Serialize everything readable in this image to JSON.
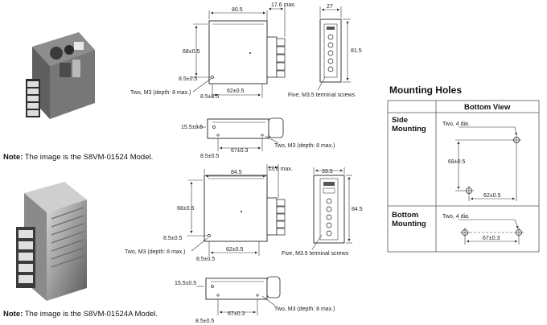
{
  "notes": {
    "top_prefix": "Note:",
    "top_text": " The image is the S8VM-01524 Model.",
    "bottom_prefix": "Note:",
    "bottom_text": " The image is the S8VM-01524A Model."
  },
  "model_a": {
    "front": {
      "width": "80.5",
      "depth_max": "17.6 max.",
      "height": "68±0.5",
      "offset": "8.5±0.5",
      "offset_bottom": "8.5±0.5",
      "hole_pitch": "62±0.5",
      "holes": "Two, M3 (depth: 8 max.)"
    },
    "side": {
      "thickness": "27",
      "height": "81.5",
      "terminals": "Five, M3.5 terminal screws"
    },
    "bottom": {
      "offset": "15.5±0.5",
      "hole_pitch": "67±0.3",
      "offset_bottom": "8.5±0.5",
      "holes": "Two, M3 (depth: 8 max.)"
    }
  },
  "model_b": {
    "front": {
      "width": "84.5",
      "depth_max": "13.6 max.",
      "height": "68±0.5",
      "offset": "8.5±0.5",
      "offset_bottom": "8.5±0.5",
      "hole_pitch": "62±0.5",
      "holes": "Two, M3 (depth: 8 max.)"
    },
    "side": {
      "thickness": "33.5",
      "height": "84.5",
      "terminals": "Five, M3.5 terminal screws"
    },
    "bottom": {
      "offset": "15.5±0.5",
      "hole_pitch": "67±0.3",
      "offset_bottom": "8.5±0.5",
      "holes": "Two, M3 (depth: 8 max.)"
    }
  },
  "mounting_holes": {
    "title": "Mounting Holes",
    "column_header": "Bottom View",
    "side": {
      "label_line1": "Side",
      "label_line2": "Mounting",
      "holes": "Two, 4 dia.",
      "vertical": "68±0.5",
      "horizontal": "62±0.5"
    },
    "bottom": {
      "label_line1": "Bottom",
      "label_line2": "Mounting",
      "holes": "Two, 4 dia.",
      "horizontal": "67±0.3"
    }
  }
}
